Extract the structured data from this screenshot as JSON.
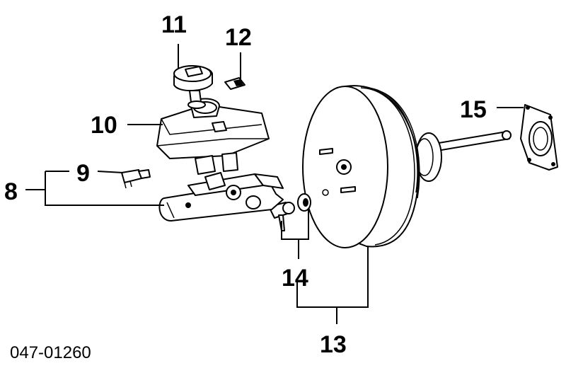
{
  "diagram": {
    "callouts": {
      "c8": "8",
      "c9": "9",
      "c10": "10",
      "c11": "11",
      "c12": "12",
      "c13": "13",
      "c14": "14",
      "c15": "15"
    },
    "document_id": "047-01260",
    "colors": {
      "ink": "#000000",
      "background": "#ffffff"
    }
  }
}
